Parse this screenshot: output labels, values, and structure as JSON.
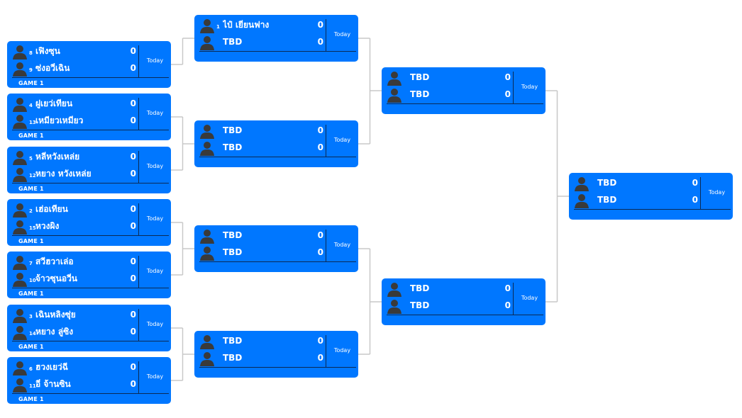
{
  "colors": {
    "box": "#0077ff",
    "line": "#c8c8c8",
    "avatar": "#3a3a3a",
    "divider": "#0b2a55"
  },
  "icons": {
    "player": "person-silhouette-icon"
  },
  "rounds": [
    {
      "matches": [
        {
          "p1": {
            "seed": "8",
            "name": "เฟิงซุน",
            "score": "0"
          },
          "p2": {
            "seed": "9",
            "name": "ซ่งอวี๋เฉิน",
            "score": "0"
          },
          "date": "Today",
          "game": "GAME 1"
        },
        {
          "p1": {
            "seed": "4",
            "name": "ฝูเยว่เทียน",
            "score": "0"
          },
          "p2": {
            "seed": "13",
            "name": "เหมียวเหมี่ยว",
            "score": "0"
          },
          "date": "Today",
          "game": "GAME 1"
        },
        {
          "p1": {
            "seed": "5",
            "name": "หลี่หวังเหล่ย",
            "score": "0"
          },
          "p2": {
            "seed": "12",
            "name": "หยาง หวังเหล่ย",
            "score": "0"
          },
          "date": "Today",
          "game": "GAME 1"
        },
        {
          "p1": {
            "seed": "2",
            "name": "เฮ่อเทียน",
            "score": "0"
          },
          "p2": {
            "seed": "15",
            "name": "หวงผิง",
            "score": "0"
          },
          "date": "Today",
          "game": "GAME 1"
        },
        {
          "p1": {
            "seed": "7",
            "name": "สวีฮวาเล่อ",
            "score": "0"
          },
          "p2": {
            "seed": "10",
            "name": "จ้าวซุนอวี๋น",
            "score": "0"
          },
          "date": "Today",
          "game": "GAME 1"
        },
        {
          "p1": {
            "seed": "3",
            "name": "เฉินหลิงซุ่ย",
            "score": "0"
          },
          "p2": {
            "seed": "14",
            "name": "หยาง ลู่ซิง",
            "score": "0"
          },
          "date": "Today",
          "game": "GAME 1"
        },
        {
          "p1": {
            "seed": "6",
            "name": "ฮวงเยว่ฉี",
            "score": "0"
          },
          "p2": {
            "seed": "11",
            "name": "อี๋ จ้านซิน",
            "score": "0"
          },
          "date": "Today",
          "game": "GAME 1"
        }
      ]
    },
    {
      "matches": [
        {
          "p1": {
            "seed": "1",
            "name": "ไป๋ เยี่ยนฟาง",
            "score": "0"
          },
          "p2": {
            "seed": "",
            "name": "TBD",
            "score": "0"
          },
          "date": "Today",
          "game": ""
        },
        {
          "p1": {
            "seed": "",
            "name": "TBD",
            "score": "0"
          },
          "p2": {
            "seed": "",
            "name": "TBD",
            "score": "0"
          },
          "date": "Today",
          "game": ""
        },
        {
          "p1": {
            "seed": "",
            "name": "TBD",
            "score": "0"
          },
          "p2": {
            "seed": "",
            "name": "TBD",
            "score": "0"
          },
          "date": "Today",
          "game": ""
        },
        {
          "p1": {
            "seed": "",
            "name": "TBD",
            "score": "0"
          },
          "p2": {
            "seed": "",
            "name": "TBD",
            "score": "0"
          },
          "date": "Today",
          "game": ""
        }
      ]
    },
    {
      "matches": [
        {
          "p1": {
            "seed": "",
            "name": "TBD",
            "score": "0"
          },
          "p2": {
            "seed": "",
            "name": "TBD",
            "score": "0"
          },
          "date": "Today",
          "game": ""
        },
        {
          "p1": {
            "seed": "",
            "name": "TBD",
            "score": "0"
          },
          "p2": {
            "seed": "",
            "name": "TBD",
            "score": "0"
          },
          "date": "Today",
          "game": ""
        }
      ]
    },
    {
      "matches": [
        {
          "p1": {
            "seed": "",
            "name": "TBD",
            "score": "0"
          },
          "p2": {
            "seed": "",
            "name": "TBD",
            "score": "0"
          },
          "date": "Today",
          "game": ""
        }
      ]
    }
  ]
}
